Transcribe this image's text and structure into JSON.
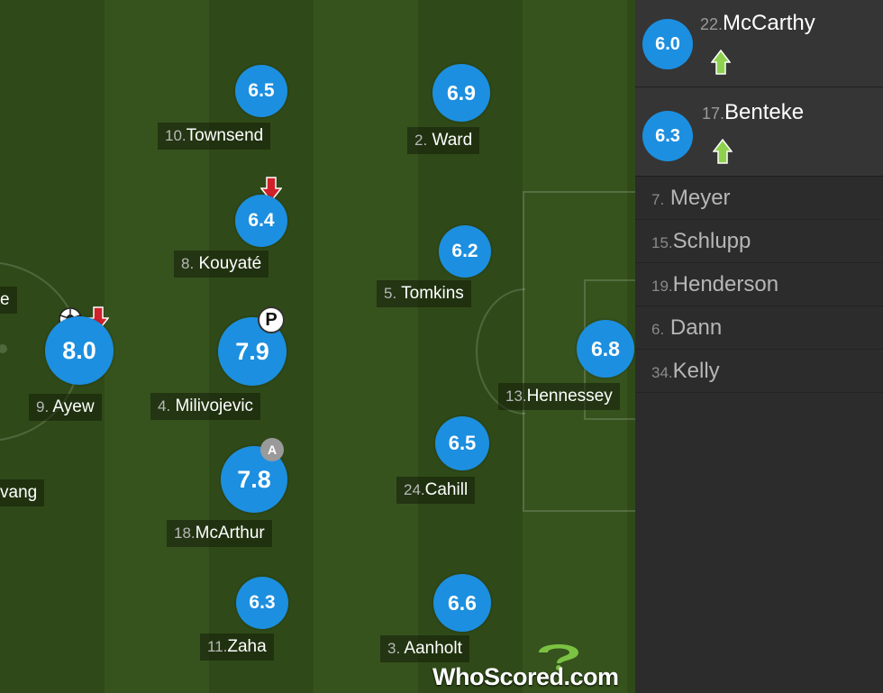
{
  "players": [
    {
      "id": "townsend",
      "number": "10.",
      "name": "Townsend",
      "rating": "6.5"
    },
    {
      "id": "ward",
      "number": "2.",
      "name": "Ward",
      "rating": "6.9"
    },
    {
      "id": "kouyate",
      "number": "8.",
      "name": "Kouyaté",
      "rating": "6.4"
    },
    {
      "id": "tomkins",
      "number": "5.",
      "name": "Tomkins",
      "rating": "6.2"
    },
    {
      "id": "ayew",
      "number": "9.",
      "name": "Ayew",
      "rating": "8.0"
    },
    {
      "id": "milivojevic",
      "number": "4.",
      "name": "Milivojevic",
      "rating": "7.9"
    },
    {
      "id": "hennessey",
      "number": "13.",
      "name": "Hennessey",
      "rating": "6.8"
    },
    {
      "id": "mcarthur",
      "number": "18.",
      "name": "McArthur",
      "rating": "7.8"
    },
    {
      "id": "cahill",
      "number": "24.",
      "name": "Cahill",
      "rating": "6.5"
    },
    {
      "id": "zaha",
      "number": "11.",
      "name": "Zaha",
      "rating": "6.3"
    },
    {
      "id": "aanholt",
      "number": "3.",
      "name": "Aanholt",
      "rating": "6.6"
    }
  ],
  "partial_labels": {
    "left_top": "e",
    "left_bottom": "vang"
  },
  "badges": {
    "captain": "A",
    "penalty": "P"
  },
  "substitutes_used": [
    {
      "number": "22.",
      "name": "McCarthy",
      "rating": "6.0"
    },
    {
      "number": "17.",
      "name": "Benteke",
      "rating": "6.3"
    }
  ],
  "bench": [
    {
      "number": "7.",
      "name": "Meyer"
    },
    {
      "number": "15.",
      "name": "Schlupp"
    },
    {
      "number": "19.",
      "name": "Henderson"
    },
    {
      "number": "6.",
      "name": "Dann"
    },
    {
      "number": "34.",
      "name": "Kelly"
    }
  ],
  "logo": {
    "text": "WhoScored.com"
  },
  "colors": {
    "rating_blue": "#1c8fe0",
    "sub_off_red": "#d0212a",
    "sub_on_green": "#8fd14f",
    "pitch_dark": "#2f4a18",
    "pitch_light": "#36531d"
  },
  "icons": {
    "sub_off": "red-down-arrow-icon",
    "sub_on": "green-up-arrow-icon",
    "goal": "soccer-ball-icon",
    "penalty": "penalty-icon",
    "captain": "captain-icon"
  }
}
